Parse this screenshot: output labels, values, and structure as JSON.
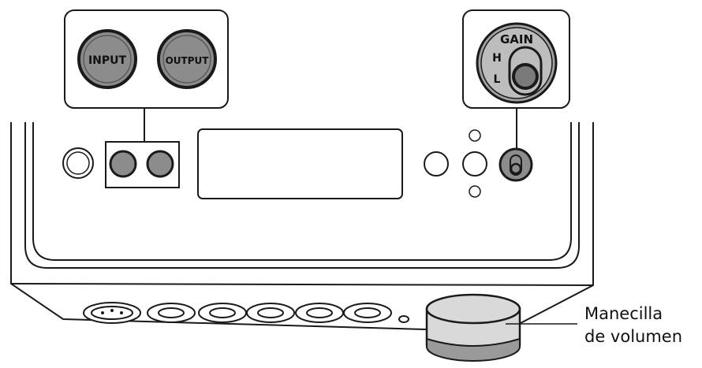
{
  "buttons": {
    "input": "INPUT",
    "output": "OUTPUT"
  },
  "gain_switch": {
    "title": "GAIN",
    "high": "H",
    "low": "L"
  },
  "callout": {
    "line1": "Manecilla",
    "line2": "de volumen"
  },
  "colors": {
    "stroke": "#1a1a1a",
    "button_fill": "#8c8c8c",
    "knob_top": "#d9d9d9",
    "knob_bottom": "#9a9a9a"
  }
}
